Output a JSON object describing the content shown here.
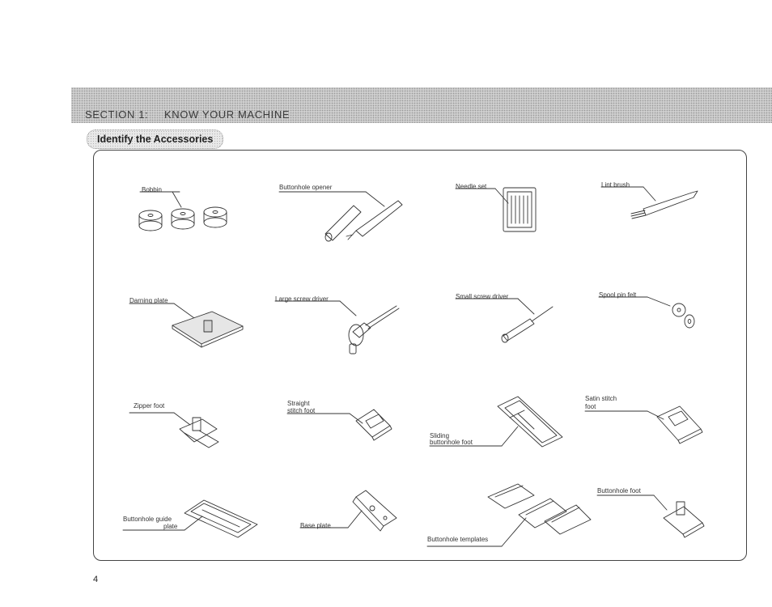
{
  "header": {
    "section_label": "SECTION 1:",
    "section_name": "KNOW YOUR MACHINE",
    "subtitle": "Identify the Accessories"
  },
  "accessories": {
    "bobbin": "Bobbin",
    "buttonhole_opener": "Buttonhole opener",
    "needle_set": "Needle set",
    "lint_brush": "Lint brush",
    "darning_plate": "Darning plate",
    "large_screw_driver": "Large screw driver",
    "small_screw_driver": "Small screw driver",
    "spool_pin_felt": "Spool pin felt",
    "zipper_foot": "Zipper foot",
    "straight_stitch_foot_1": "Straight",
    "straight_stitch_foot_2": "stitch foot",
    "sliding_buttonhole_foot_1": "Sliding",
    "sliding_buttonhole_foot_2": "buttonhole foot",
    "satin_stitch_foot_1": "Satin stitch",
    "satin_stitch_foot_2": "foot",
    "buttonhole_guide_plate_1": "Buttonhole guide",
    "buttonhole_guide_plate_2": "plate",
    "base_plate": "Base plate",
    "buttonhole_templates": "Buttonhole templates",
    "buttonhole_foot": "Buttonhole foot"
  },
  "footer": {
    "page_number": "4"
  }
}
